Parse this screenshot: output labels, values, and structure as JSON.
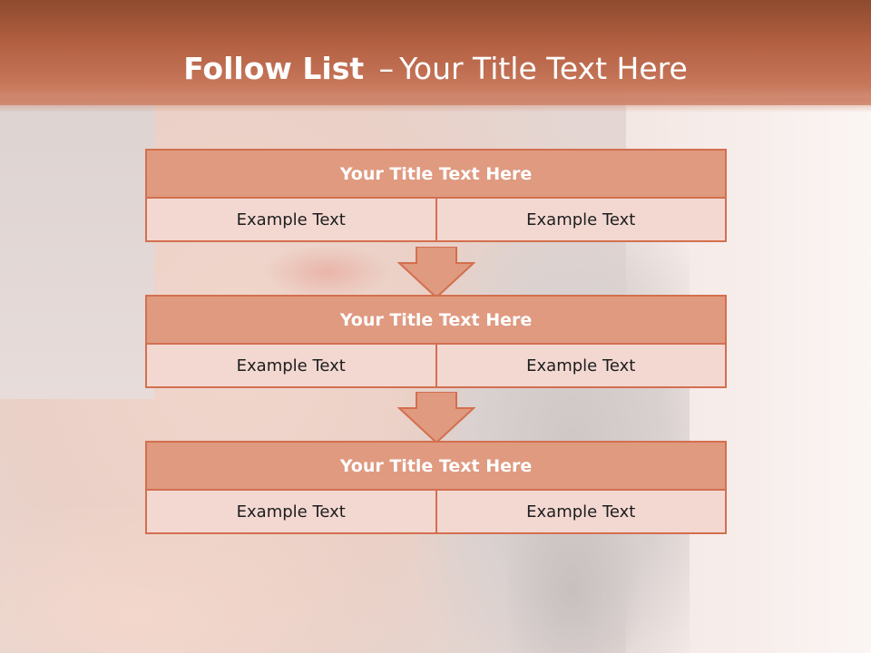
{
  "slide": {
    "title_bold": "Follow List",
    "title_separator": "–",
    "title_rest": "Your Title Text Here"
  },
  "steps": [
    {
      "title": "Your Title Text Here",
      "left": "Example Text",
      "right": "Example Text"
    },
    {
      "title": "Your Title Text Here",
      "left": "Example Text",
      "right": "Example Text"
    },
    {
      "title": "Your Title Text Here",
      "left": "Example Text",
      "right": "Example Text"
    }
  ],
  "colors": {
    "header": "#b25f41",
    "box_head": "#df9a80",
    "box_cell": "#f3d8d2",
    "border": "#d36f4f"
  },
  "icons": [
    "arrow-down-icon",
    "arrow-down-icon"
  ]
}
